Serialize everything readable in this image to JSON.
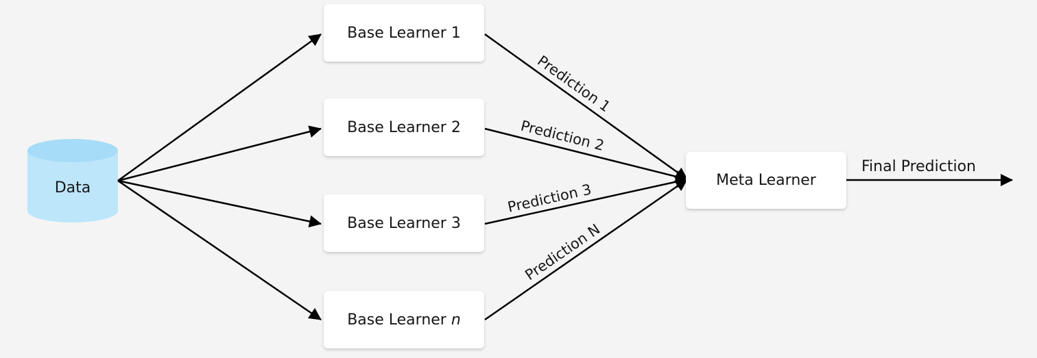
{
  "data_store": {
    "label": "Data",
    "color": "#bde6fb",
    "top_color": "#a6dcf7"
  },
  "base_learners": [
    {
      "prefix": "Base Learner ",
      "index": "1",
      "index_italic": false
    },
    {
      "prefix": "Base Learner ",
      "index": "2",
      "index_italic": false
    },
    {
      "prefix": "Base Learner ",
      "index": "3",
      "index_italic": false
    },
    {
      "prefix": "Base Learner ",
      "index": "n",
      "index_italic": true
    }
  ],
  "predictions": [
    "Prediction 1",
    "Prediction 2",
    "Prediction 3",
    "Prediction N"
  ],
  "meta_learner": {
    "label": "Meta Learner"
  },
  "final_output": {
    "label": "Final Prediction"
  },
  "colors": {
    "background": "#f4f4f4",
    "box": "#ffffff",
    "line": "#000000",
    "text": "#161616"
  }
}
